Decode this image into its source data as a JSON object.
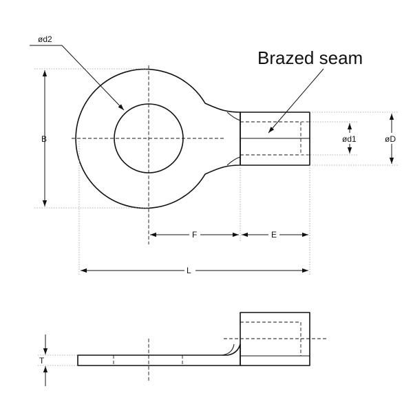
{
  "labels": {
    "brazed_seam": "Brazed seam",
    "hole_diameter": "ød2",
    "ring_height": "B",
    "barrel_inner_diameter": "ød1",
    "barrel_outer_diameter": "øD",
    "center_to_barrel": "F",
    "barrel_length": "E",
    "overall_length": "L",
    "thickness": "T"
  }
}
